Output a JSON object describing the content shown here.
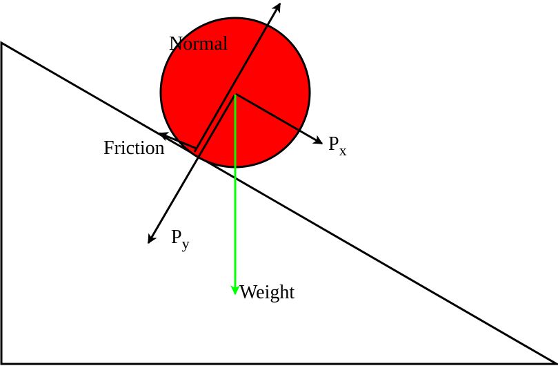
{
  "labels": {
    "normal": "Normal",
    "friction": "Friction",
    "px_main": "P",
    "px_sub": "x",
    "py_main": "P",
    "py_sub": "y",
    "weight": "Weight"
  },
  "colors": {
    "ball": "#ff0000",
    "weight_arrow": "#00ff00",
    "lines": "#000000",
    "background": "#ffffff"
  }
}
